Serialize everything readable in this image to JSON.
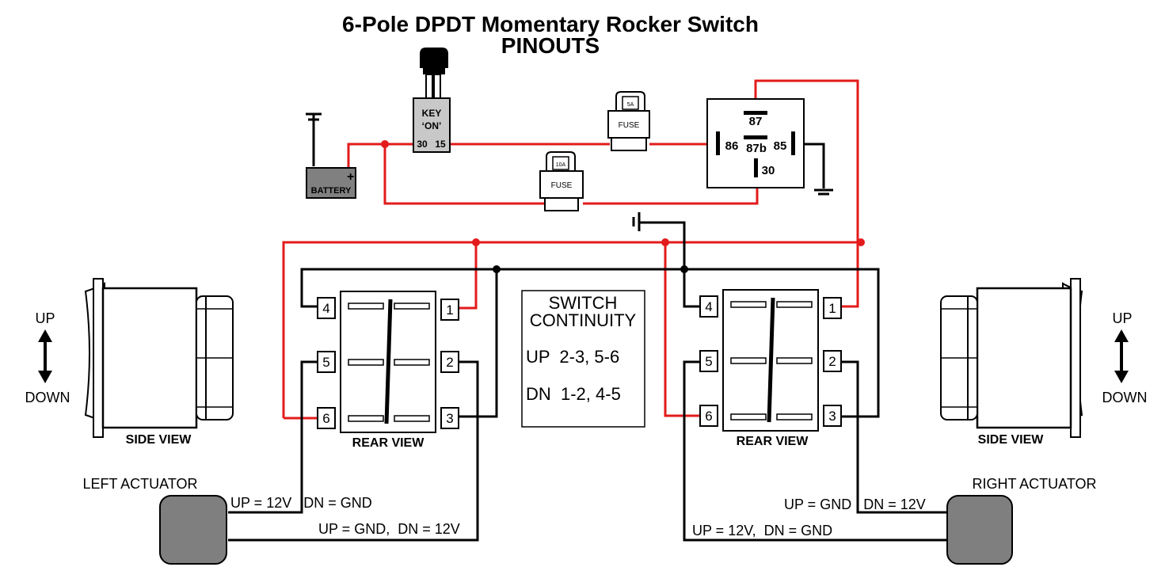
{
  "title": {
    "line1": "6-Pole DPDT Momentary Rocker Switch",
    "line2": "PINOUTS"
  },
  "key": {
    "label1": "KEY",
    "label2": "‘ON’",
    "pin_a": "30",
    "pin_b": "15"
  },
  "battery": {
    "label": "BATTERY",
    "plus": "+"
  },
  "fuse_top": {
    "rating": "5A",
    "label": "FUSE"
  },
  "fuse_bottom": {
    "rating": "10A",
    "label": "FUSE"
  },
  "relay": {
    "pin87": "87",
    "pin86": "86",
    "pin87b": "87b",
    "pin85": "85",
    "pin30": "30"
  },
  "continuity": {
    "line1": "SWITCH",
    "line2": "CONTINUITY",
    "up": "UP  2-3, 5-6",
    "dn": "DN  1-2, 4-5"
  },
  "left_switch": {
    "caption": "REAR VIEW",
    "pins": [
      "1",
      "2",
      "3",
      "4",
      "5",
      "6"
    ]
  },
  "right_switch": {
    "caption": "REAR VIEW",
    "pins": [
      "1",
      "2",
      "3",
      "4",
      "5",
      "6"
    ]
  },
  "left_side": {
    "caption": "SIDE VIEW",
    "up": "UP",
    "down": "DOWN"
  },
  "right_side": {
    "caption": "SIDE VIEW",
    "up": "UP",
    "down": "DOWN"
  },
  "left_actuator": {
    "label": "LEFT ACTUATOR",
    "wire1": "UP = 12V   DN = GND",
    "wire2": "UP = GND,  DN = 12V"
  },
  "right_actuator": {
    "label": "RIGHT ACTUATOR",
    "wire1": "UP = GND   DN = 12V",
    "wire2": "UP = 12V,  DN = GND"
  },
  "colors": {
    "wire_power": "#e31b1b",
    "wire_ground": "#000000",
    "battery_fill": "#808080",
    "actuator_fill": "#7f7f7f",
    "key_fill": "#c8c8c8"
  }
}
